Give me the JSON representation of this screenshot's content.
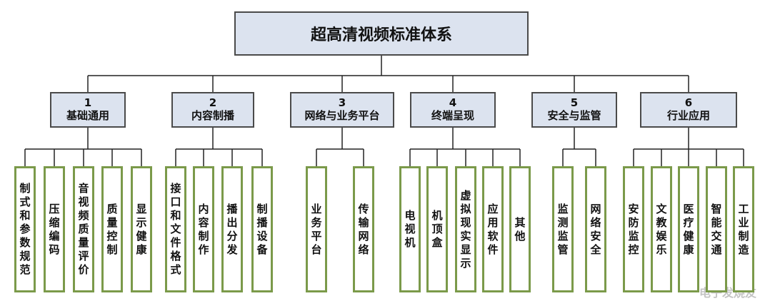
{
  "title": "超高清视频标准体系",
  "categories": [
    {
      "num": "1",
      "label": "基础通用",
      "items": [
        "制式和参数规范",
        "压缩编码",
        "音视频质量评价",
        "质量控制",
        "显示健康"
      ]
    },
    {
      "num": "2",
      "label": "内容制播",
      "items": [
        "接口和文件格式",
        "内容制作",
        "播出分发",
        "制播设备"
      ]
    },
    {
      "num": "3",
      "label": "网络与业务平台",
      "items": [
        "业务平台",
        "传输网络"
      ]
    },
    {
      "num": "4",
      "label": "终端呈现",
      "items": [
        "电视机",
        "机顶盒",
        "虚拟现实显示",
        "应用软件",
        "其他"
      ]
    },
    {
      "num": "5",
      "label": "安全与监管",
      "items": [
        "监测监管",
        "网络安全"
      ]
    },
    {
      "num": "6",
      "label": "行业应用",
      "items": [
        "安防监控",
        "文教娱乐",
        "医疗健康",
        "智能交通",
        "工业制造"
      ]
    }
  ],
  "watermark": "电子发烧友"
}
